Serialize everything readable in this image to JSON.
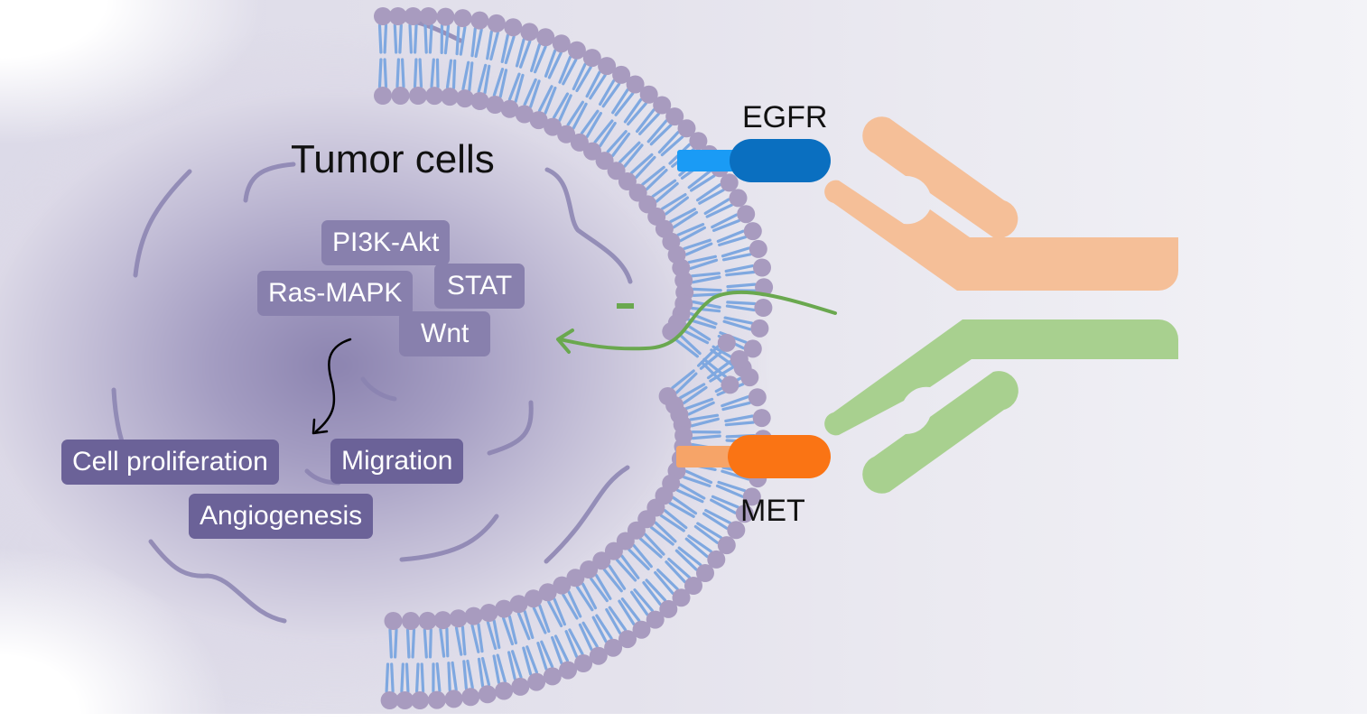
{
  "diagram": {
    "title": "Tumor cells",
    "pathways": [
      {
        "id": "pi3k",
        "label": "PI3K-Akt"
      },
      {
        "id": "ras",
        "label": "Ras-MAPK"
      },
      {
        "id": "stat",
        "label": "STAT"
      },
      {
        "id": "wnt",
        "label": "Wnt"
      }
    ],
    "outcomes": [
      {
        "id": "prolif",
        "label": "Cell proliferation"
      },
      {
        "id": "migration",
        "label": "Migration"
      },
      {
        "id": "angio",
        "label": "Angiogenesis"
      }
    ],
    "receptors": [
      {
        "id": "egfr",
        "label": "EGFR",
        "stem_color": "#1a9bf5",
        "head_color": "#0a6fc0"
      },
      {
        "id": "met",
        "label": "MET",
        "stem_color": "#f6a468",
        "head_color": "#fa7414"
      }
    ],
    "antibody": {
      "arms": [
        {
          "target": "EGFR",
          "color": "#f5bf98"
        },
        {
          "target": "MET",
          "color": "#a8d08f"
        }
      ]
    },
    "inhibition": {
      "color": "#6aa84f",
      "symbol": "inhibition-bar"
    },
    "signaling_arrow": {
      "color": "#000000"
    },
    "colors": {
      "membrane_head": "#a89bbf",
      "membrane_tail": "#7fa8e0",
      "cell_squiggle": "#8a82b0"
    }
  }
}
